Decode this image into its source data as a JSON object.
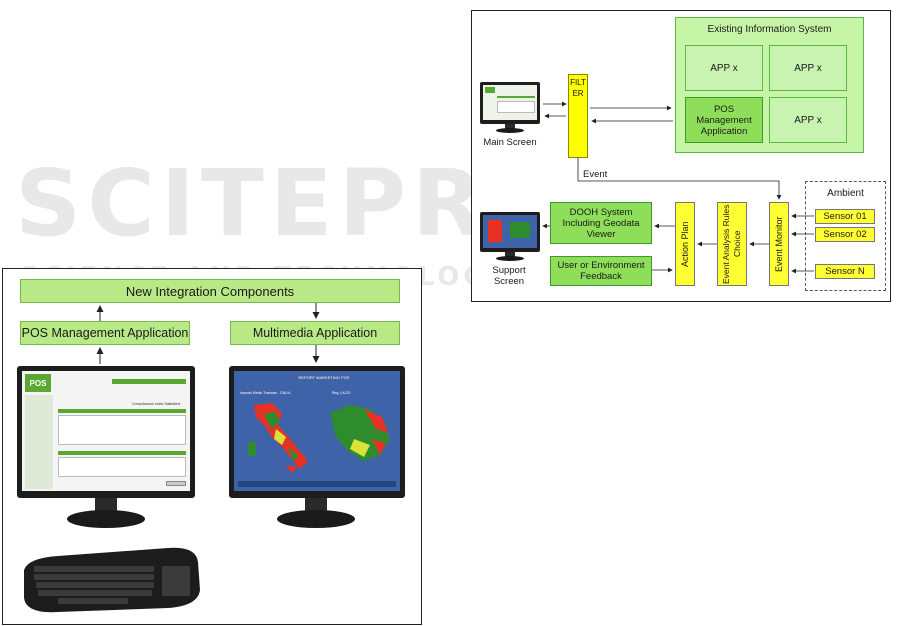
{
  "left_figure": {
    "title_box": "New Integration Components",
    "pos_app": "POS Management Application",
    "multimedia_app": "Multimedia Application",
    "monitor_left_logo": "POS",
    "monitor_left_heading": "Consultazione Indici Statistiche",
    "monitor_right_heading": "REPORT MARKETING POS",
    "monitor_right_map_left": "Importo Medio Transato - ITALIA",
    "monitor_right_map_right": "Reg. LAZIO"
  },
  "right_figure": {
    "existing_system": "Existing Information System",
    "app1": "APP x",
    "app2": "APP x",
    "app3": "APP x",
    "pos_mgmt": "POS Management Application",
    "filter": "FILTER",
    "main_screen": "Main Screen",
    "event_label": "Event",
    "ambient": "Ambient",
    "sensor1": "Sensor 01",
    "sensor2": "Sensor 02",
    "sensorN": "Sensor N",
    "dooh": "DOOH System Including Geodata Viewer",
    "feedback": "User or Environment Feedback",
    "action_plan": "Action Plan",
    "event_analysis": "Event Analysis Rules Choice",
    "event_monitor": "Event Monitor",
    "support_screen": "Support Screen"
  },
  "watermark": {
    "line1": "SCITEPRESS",
    "line2": "SCIENCE AND TECHNOLOGY PUBLICATIONS"
  }
}
